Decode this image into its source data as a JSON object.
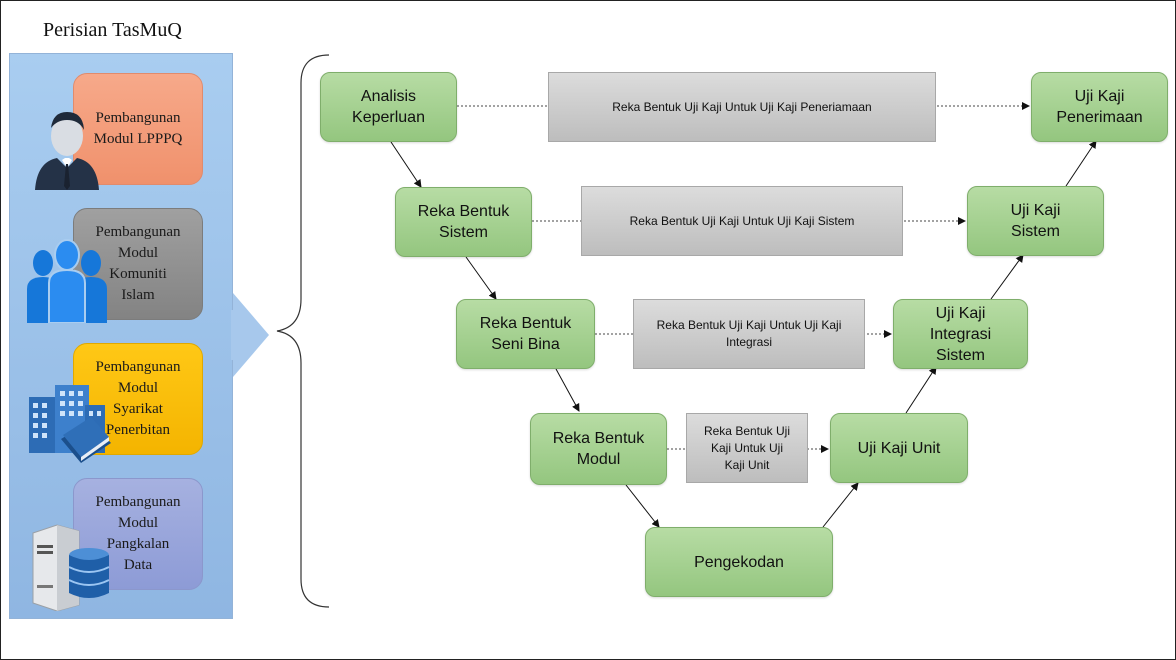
{
  "title": "Perisian TasMuQ",
  "modules": [
    {
      "label": "Pembangunan\nModul LPPPQ",
      "icon": "person-icon",
      "color": "#f29a79"
    },
    {
      "label": "Pembangunan\nModul\nKomuniti\nIslam",
      "icon": "community-icon",
      "color": "#8f8f8f"
    },
    {
      "label": "Pembangunan\nModul\nSyarikat\nPenerbitan",
      "icon": "buildings-books-icon",
      "color": "#f7bc00"
    },
    {
      "label": "Pembangunan\nModul\nPangkalan\nData",
      "icon": "server-database-icon",
      "color": "#97a4d9"
    }
  ],
  "vmodel": {
    "left": [
      {
        "label": "Analisis\nKeperluan"
      },
      {
        "label": "Reka Bentuk\nSistem"
      },
      {
        "label": "Reka Bentuk\nSeni Bina"
      },
      {
        "label": "Reka Bentuk\nModul"
      }
    ],
    "bottom": {
      "label": "Pengekodan"
    },
    "right": [
      {
        "label": "Uji Kaji\nPenerimaan"
      },
      {
        "label": "Uji Kaji\nSistem"
      },
      {
        "label": "Uji Kaji\nIntegrasi\nSistem"
      },
      {
        "label": "Uji Kaji Unit"
      }
    ],
    "test_designs": [
      {
        "label": "Reka Bentuk Uji Kaji Untuk Uji Kaji Peneriamaan"
      },
      {
        "label": "Reka Bentuk Uji Kaji Untuk Uji Kaji Sistem"
      },
      {
        "label": "Reka Bentuk Uji Kaji Untuk Uji Kaji\nIntegrasi"
      },
      {
        "label": "Reka Bentuk Uji\nKaji Untuk Uji\nKaji Unit"
      }
    ]
  },
  "colors": {
    "node_green": "#a6d18f",
    "design_gray": "#cfcfcf",
    "panel_blue": "#9cc2ea"
  }
}
